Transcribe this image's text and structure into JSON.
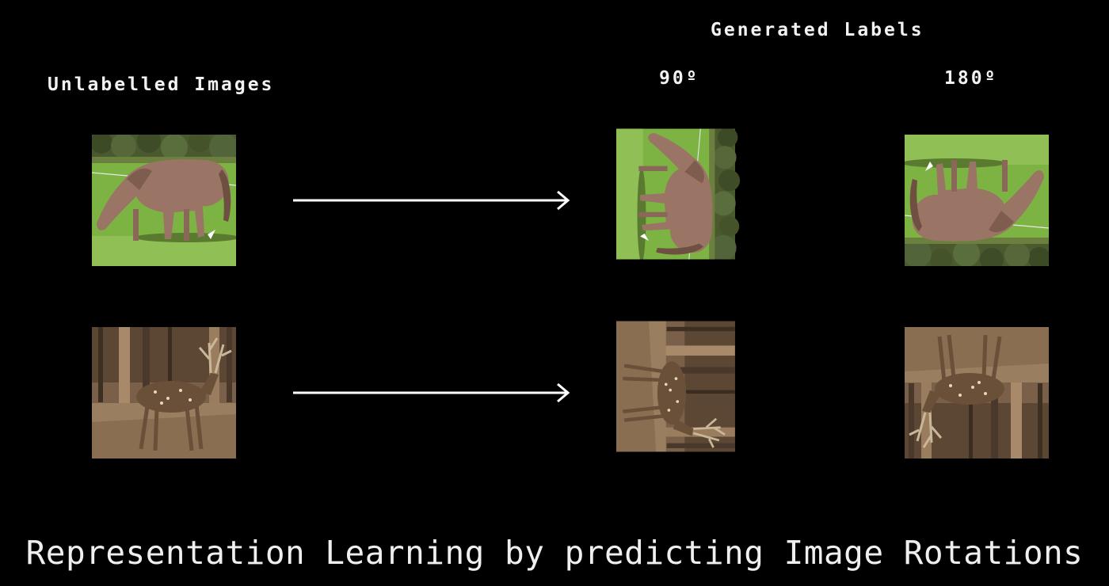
{
  "header": {
    "unlabelled_title": "Unlabelled Images",
    "generated_title": "Generated Labels",
    "rotation_labels": [
      "90º",
      "180º"
    ]
  },
  "images": {
    "row1_subject": "horse grazing on grass",
    "row2_subject": "spotted deer in forest"
  },
  "caption": "Representation Learning by predicting Image Rotations",
  "colors": {
    "background": "#000000",
    "text": "#f2f2f2",
    "arrow": "#ffffff",
    "grass": "#7cb342",
    "forest": "#7a6048"
  }
}
